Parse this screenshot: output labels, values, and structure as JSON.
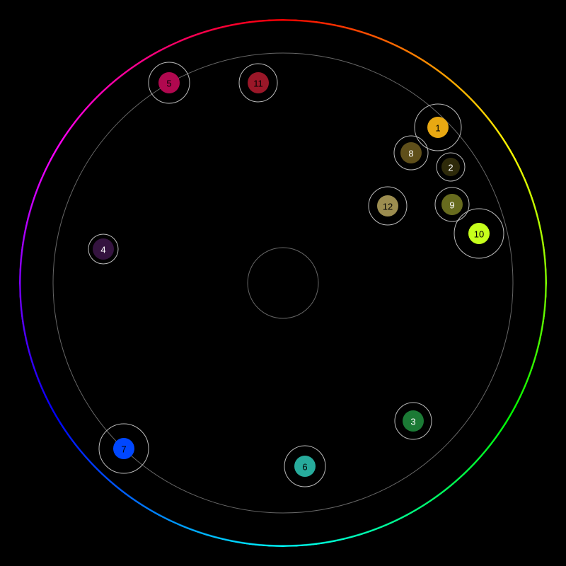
{
  "nodes": [
    {
      "label": "1",
      "color": "#e8a812",
      "text_color": "#000000"
    },
    {
      "label": "2",
      "color": "#2e2a0a",
      "text_color": "#ffffff"
    },
    {
      "label": "3",
      "color": "#1b7a35",
      "text_color": "#ffffff"
    },
    {
      "label": "4",
      "color": "#34133f",
      "text_color": "#ffffff"
    },
    {
      "label": "5",
      "color": "#b0084f",
      "text_color": "#000000"
    },
    {
      "label": "6",
      "color": "#27ab9c",
      "text_color": "#000000"
    },
    {
      "label": "7",
      "color": "#0047ff",
      "text_color": "#000000"
    },
    {
      "label": "8",
      "color": "#5f4f1a",
      "text_color": "#ffffff"
    },
    {
      "label": "9",
      "color": "#676b1e",
      "text_color": "#ffffff"
    },
    {
      "label": "10",
      "color": "#c6ff1c",
      "text_color": "#000000"
    },
    {
      "label": "11",
      "color": "#9a1728",
      "text_color": "#000000"
    },
    {
      "label": "12",
      "color": "#9c8d50",
      "text_color": "#000000"
    }
  ]
}
